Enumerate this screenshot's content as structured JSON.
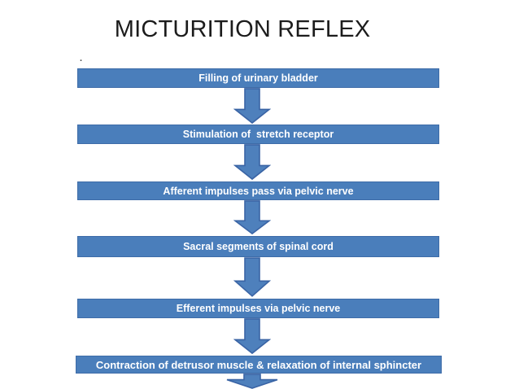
{
  "slide": {
    "title": "MICTURITION REFLEX",
    "stray_mark": ".",
    "colors": {
      "background": "#FFFFFF",
      "shape_fill": "#4A7EBB",
      "shape_border": "#3A64A5",
      "shape_text": "#FFFFFF",
      "title_text": "#1C1C1C"
    },
    "flow": {
      "connector": "down-block-arrow",
      "steps": [
        "Filling of urinary bladder",
        "Stimulation of  stretch receptor",
        "Afferent impulses pass via pelvic nerve",
        "Sacral segments of spinal cord",
        "Efferent impulses via pelvic nerve",
        "Contraction of detrusor muscle & relaxation of internal sphincter"
      ]
    }
  }
}
